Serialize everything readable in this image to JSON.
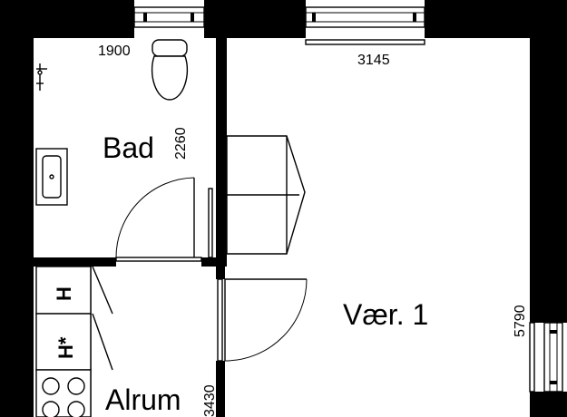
{
  "rooms": {
    "bathroom": "Bad",
    "bedroom": "Vær. 1",
    "living": "Alrum"
  },
  "dimensions": {
    "bath_width": "1900",
    "bath_depth": "2260",
    "bedroom_width": "3145",
    "bedroom_depth": "5790",
    "living_depth": "3430"
  },
  "appliances": {
    "upper_unit": "H",
    "lower_unit": "H*"
  },
  "colors": {
    "wall": "#000000",
    "background": "#ffffff"
  }
}
